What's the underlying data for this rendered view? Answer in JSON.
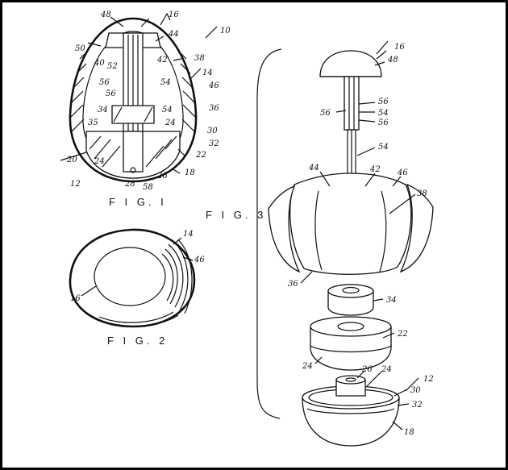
{
  "figures": {
    "fig1": {
      "caption": "F I G. I",
      "labels": [
        "48",
        "16",
        "44",
        "10",
        "50",
        "40",
        "52",
        "42",
        "38",
        "14",
        "56",
        "56",
        "54",
        "46",
        "36",
        "34",
        "54",
        "35",
        "24",
        "30",
        "32",
        "20",
        "22",
        "24",
        "12",
        "26",
        "18",
        "28",
        "58"
      ]
    },
    "fig2": {
      "caption": "F I G. 2",
      "labels": [
        "14",
        "46",
        "16"
      ]
    },
    "fig3": {
      "caption": "F I G. 3",
      "labels": [
        "16",
        "48",
        "56",
        "56",
        "54",
        "56",
        "54",
        "44",
        "42",
        "46",
        "38",
        "36",
        "34",
        "22",
        "24",
        "26",
        "24",
        "12",
        "30",
        "32",
        "18"
      ]
    }
  },
  "colors": {
    "ink": "#111111",
    "paper": "#ffffff",
    "frame": "#000000"
  }
}
